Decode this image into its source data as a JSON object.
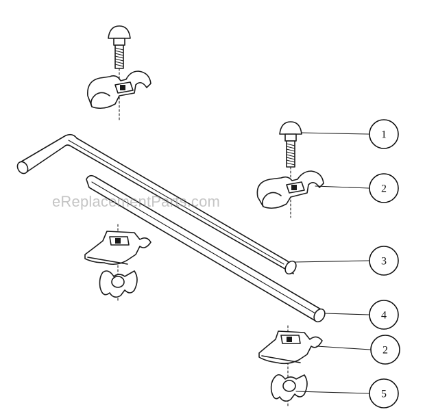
{
  "watermark": "eReplacementParts.com",
  "callouts": [
    {
      "id": "1"
    },
    {
      "id": "2"
    },
    {
      "id": "3"
    },
    {
      "id": "4"
    },
    {
      "id": "2"
    },
    {
      "id": "5"
    }
  ]
}
